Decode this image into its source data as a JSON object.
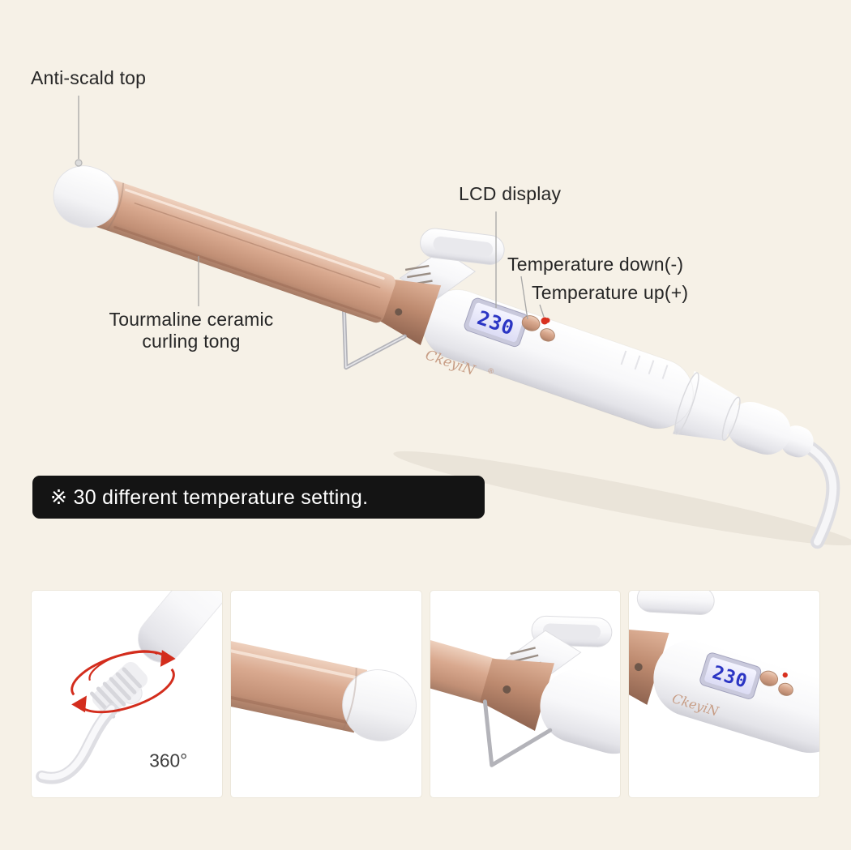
{
  "callouts": {
    "anti_scald_top": "Anti-scald top",
    "tourmaline_line1": "Tourmaline ceramic",
    "tourmaline_line2": "curling tong",
    "lcd_display": "LCD display",
    "temperature_down": "Temperature down(-)",
    "temperature_up": "Temperature up(+)"
  },
  "banner": {
    "text": "※ 30 different temperature setting."
  },
  "product": {
    "brand": "CkeyiN",
    "brand_mark": "®",
    "lcd_value": "230"
  },
  "details": {
    "rotation_label": "360°"
  },
  "colors": {
    "background": "#f6f1e7",
    "rose_gold": "#d6a68d",
    "banner_background": "#141414",
    "lcd_digits": "#2b35c4",
    "accent_red": "#d8301f"
  }
}
